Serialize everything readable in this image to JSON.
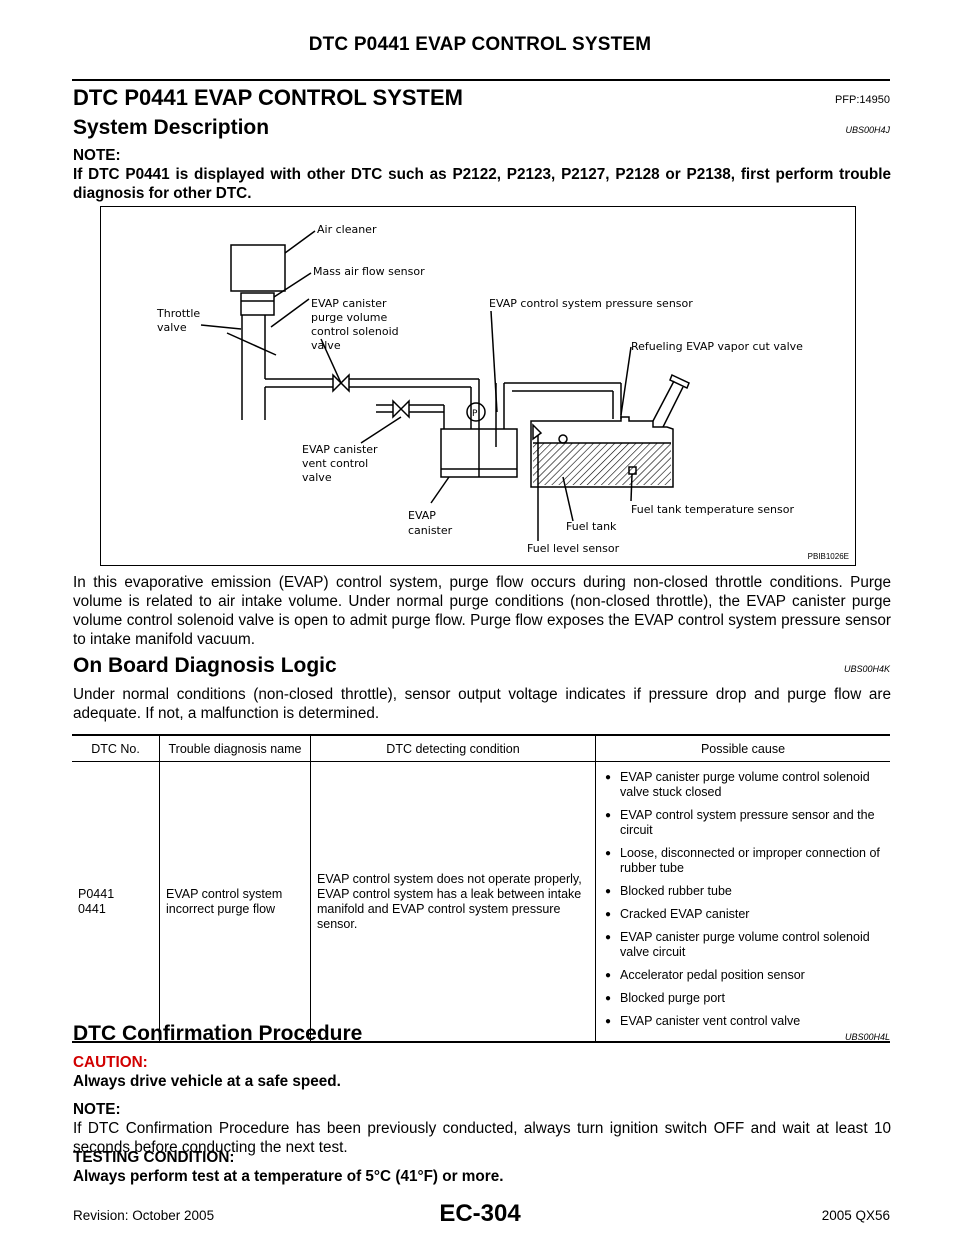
{
  "header": {
    "title": "DTC P0441 EVAP CONTROL SYSTEM"
  },
  "section": {
    "title": "DTC P0441 EVAP CONTROL SYSTEM",
    "code": "PFP:14950"
  },
  "system_description": {
    "title": "System Description",
    "code": "UBS00H4J",
    "note_label": "NOTE:",
    "note_text": "If DTC P0441 is displayed with other DTC such as P2122, P2123, P2127, P2128 or P2138, first perform trouble diagnosis for other DTC.",
    "figure_code": "PBIB1026E",
    "figure_labels": {
      "air_cleaner": "Air cleaner",
      "maf": "Mass air flow sensor",
      "throttle": [
        "Throttle",
        "valve"
      ],
      "purge_valve": [
        "EVAP canister",
        "purge volume",
        "control solenoid",
        "valve"
      ],
      "pressure_sensor": "EVAP control system pressure sensor",
      "refuel_valve": "Refueling EVAP vapor cut valve",
      "vent_valve": [
        "EVAP canister",
        "vent control",
        "valve"
      ],
      "canister": [
        "EVAP",
        "canister"
      ],
      "fuel_tank": "Fuel tank",
      "temp_sensor": "Fuel tank temperature sensor",
      "level_sensor": "Fuel level sensor",
      "p": "P"
    },
    "paragraph": "In this evaporative emission (EVAP) control system, purge flow occurs during non-closed throttle conditions. Purge volume is related to air intake volume. Under normal purge conditions (non-closed throttle), the EVAP canister purge volume control solenoid valve is open to admit purge flow. Purge flow exposes the EVAP control system pressure sensor to intake manifold vacuum."
  },
  "obd_logic": {
    "title": "On Board Diagnosis Logic",
    "code": "UBS00H4K",
    "paragraph": "Under normal conditions (non-closed throttle), sensor output voltage indicates if pressure drop and purge flow are adequate. If not, a malfunction is determined.",
    "table": {
      "headers": [
        "DTC No.",
        "Trouble diagnosis name",
        "DTC detecting condition",
        "Possible cause"
      ],
      "row": {
        "dtc_line1": "P0441",
        "dtc_line2": "0441",
        "name": "EVAP control system incorrect purge flow",
        "condition": "EVAP control system does not operate properly, EVAP control system has a leak between intake manifold and EVAP control system pressure sensor.",
        "causes": [
          "EVAP canister purge volume control solenoid valve stuck closed",
          "EVAP control system pressure sensor and the circuit",
          "Loose, disconnected or improper connection of rubber tube",
          "Blocked rubber tube",
          "Cracked EVAP canister",
          "EVAP canister purge volume control solenoid valve circuit",
          "Accelerator pedal position sensor",
          "Blocked purge port",
          "EVAP canister vent control valve"
        ]
      }
    }
  },
  "dtc_confirmation": {
    "title": "DTC Confirmation Procedure",
    "code": "UBS00H4L",
    "caution_label": "CAUTION:",
    "caution_text": "Always drive vehicle at a safe speed.",
    "note_label": "NOTE:",
    "note_text": "If DTC Confirmation Procedure has been previously conducted, always turn ignition switch OFF and wait at least 10 seconds before conducting the next test.",
    "testing_label": "TESTING CONDITION:",
    "testing_text": "Always perform test at a temperature of 5°C (41°F) or more."
  },
  "footer": {
    "revision": "Revision: October 2005",
    "page": "EC-304",
    "model": "2005 QX56"
  }
}
